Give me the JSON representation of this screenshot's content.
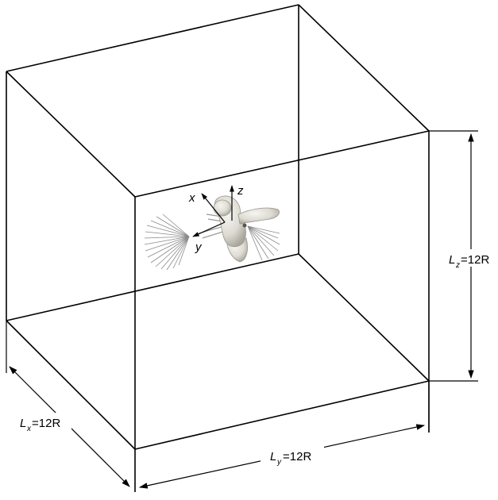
{
  "dimensions": {
    "lx": {
      "symbol": "L",
      "subscript": "x",
      "value": "=12R"
    },
    "ly": {
      "symbol": "L",
      "subscript": "y",
      "value": "=12R"
    },
    "lz": {
      "symbol": "L",
      "subscript": "z",
      "value": "=12R"
    }
  },
  "axes": {
    "x": "x",
    "y": "y",
    "z": "z"
  },
  "colors": {
    "line": "#000000",
    "body": "#e9e7e1",
    "body_shade": "#b8b5ad",
    "feather": "#8a8a8a"
  }
}
